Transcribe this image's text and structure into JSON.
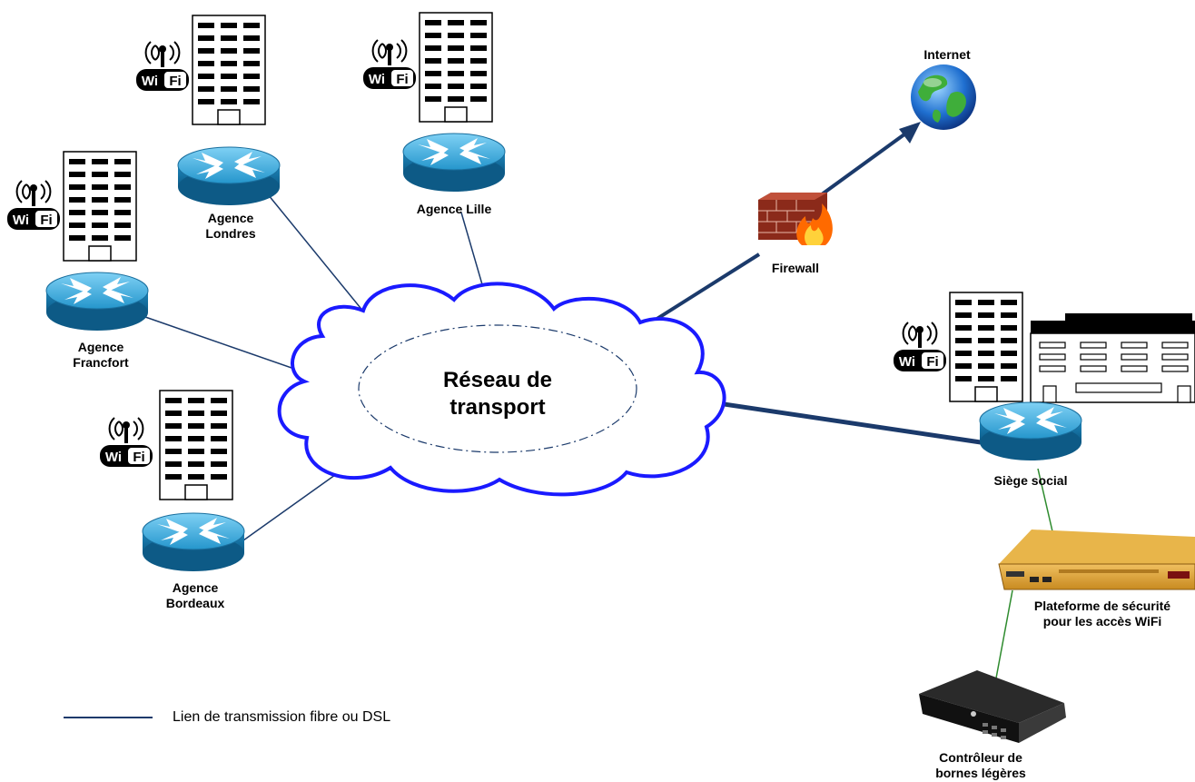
{
  "cloud": {
    "line1": "Réseau de",
    "line2": "transport"
  },
  "sites": {
    "londres": {
      "line1": "Agence",
      "line2": "Londres"
    },
    "lille": {
      "line1": "Agence Lille"
    },
    "francfort": {
      "line1": "Agence",
      "line2": "Francfort"
    },
    "bordeaux": {
      "line1": "Agence",
      "line2": "Bordeaux"
    },
    "siege": {
      "line1": "Siège social"
    }
  },
  "internet": {
    "label": "Internet"
  },
  "firewall": {
    "label": "Firewall"
  },
  "security_platform": {
    "line1": "Plateforme de sécurité",
    "line2": "pour les accès WiFi"
  },
  "controller": {
    "line1": "Contrôleur de",
    "line2": "bornes légères"
  },
  "wifi_badge": {
    "text": "WiFi",
    "wi": "Wi",
    "fi": "Fi"
  },
  "legend": {
    "label": "Lien de transmission fibre ou DSL",
    "color": "#1b3a6b"
  },
  "colors": {
    "link": "#1b3a6b",
    "cloud": "#1a1aff",
    "green_link": "#2e8b2e",
    "router": "#1e8bc3"
  }
}
